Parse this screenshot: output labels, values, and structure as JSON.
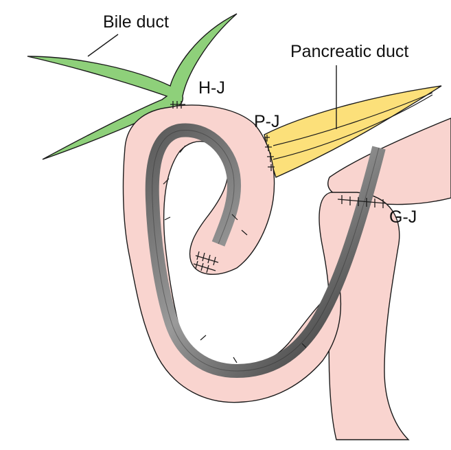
{
  "labels": {
    "bile_duct": "Bile duct",
    "pancreatic_duct": "Pancreatic duct",
    "hj": "H-J",
    "pj": "P-J",
    "gj": "G-J"
  },
  "colors": {
    "bile_duct": "#8ed07a",
    "pancreatic_duct": "#fce07a",
    "intestine": "#f9d4cf",
    "outline": "#1a1a1a",
    "scope_dark": "#303030",
    "scope_light": "#8a8a8a"
  }
}
